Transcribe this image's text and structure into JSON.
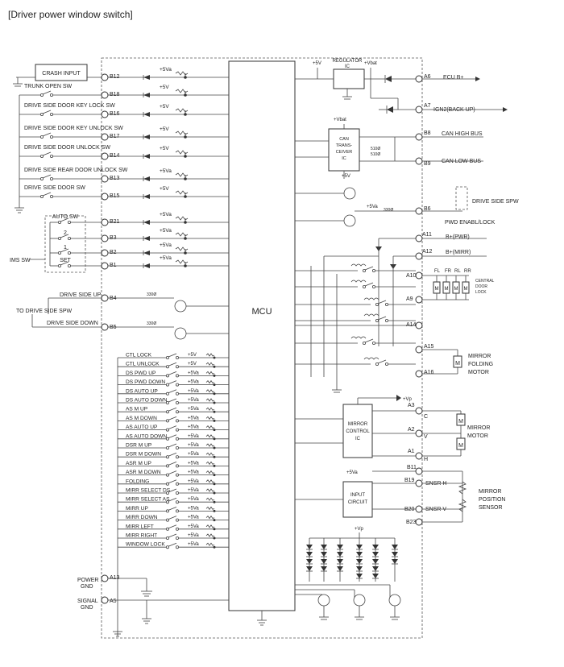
{
  "page_title": "[Driver power window switch]",
  "mcu": "MCU",
  "voltages": {
    "v5": "+5V",
    "v5a": "+5Va",
    "vbat": "+Vbat",
    "vp": "+Vp"
  },
  "blocks": {
    "crash_input": "CRASH INPUT",
    "regulator": [
      "REGULATOR",
      "IC"
    ],
    "can_ic": [
      "CAN",
      "TRANS-",
      "CEIVER",
      "IC"
    ],
    "mirror_ic": [
      "MIRROR",
      "CONTROL",
      "IC"
    ],
    "input_circuit": [
      "INPUT",
      "CIRCUIT"
    ]
  },
  "left_switches": [
    {
      "label": "TRUNK OPEN SW",
      "pin": "B18",
      "supply": "+5V"
    },
    {
      "label": "DRIVE SIDE DOOR KEY LOCK SW",
      "pin": "B16",
      "supply": "+5V"
    },
    {
      "label": "DRIVE SIDE DOOR KEY UNLOCK SW",
      "pin": "B17",
      "supply": "+5V"
    },
    {
      "label": "DRIVE SIDE DOOR UNLOCK SW",
      "pin": "B14",
      "supply": "+5V"
    },
    {
      "label": "DRIVE SIDE REAR DOOR UNLOCK SW",
      "pin": "B13",
      "supply": "+5Va"
    },
    {
      "label": "DRIVE SIDE DOOR SW",
      "pin": "B15",
      "supply": "+5V"
    }
  ],
  "crash_pin": {
    "pin": "B12",
    "supply": "+5Va"
  },
  "ims": {
    "label": "IMS SW",
    "rows": [
      {
        "label": "AUTO SW",
        "pin": "B21",
        "supply": "+5Va"
      },
      {
        "label": "2",
        "pin": "B3",
        "supply": "+5Va"
      },
      {
        "label": "1",
        "pin": "B2",
        "supply": "+5Va"
      },
      {
        "label": "SET",
        "pin": "B1",
        "supply": "+5Va"
      }
    ]
  },
  "drive_side": {
    "up": {
      "label": "DRIVE SIDE UP",
      "pin": "B4"
    },
    "down": {
      "label": "DRIVE SIDE DOWN",
      "pin": "B5"
    },
    "to_spw": "TO DRIVE SIDE SPW",
    "resistor": "330Ø"
  },
  "internal_switches": [
    {
      "label": "CTL LOCK",
      "supply": "+5V"
    },
    {
      "label": "CTL UNLOCK",
      "supply": "+5V"
    },
    {
      "label": "DS PWD UP",
      "supply": "+5Va"
    },
    {
      "label": "DS PWD DOWN",
      "supply": "+5Va"
    },
    {
      "label": "DS AUTO UP",
      "supply": "+5Va"
    },
    {
      "label": "DS AUTO DOWN",
      "supply": "+5Va"
    },
    {
      "label": "AS M UP",
      "supply": "+5Va"
    },
    {
      "label": "AS M DOWN",
      "supply": "+5Va"
    },
    {
      "label": "AS AUTO UP",
      "supply": "+5Va"
    },
    {
      "label": "AS AUTO DOWN",
      "supply": "+5Va"
    },
    {
      "label": "DSR M UP",
      "supply": "+5Va"
    },
    {
      "label": "DSR M DOWN",
      "supply": "+5Va"
    },
    {
      "label": "ASR M UP",
      "supply": "+5Va"
    },
    {
      "label": "ASR M DOWN",
      "supply": "+5Va"
    },
    {
      "label": "FOLDING",
      "supply": "+5Va"
    },
    {
      "label": "MIRR SELECT DS",
      "supply": "+5Va"
    },
    {
      "label": "MIRR SELECT AS",
      "supply": "+5Va"
    },
    {
      "label": "MIRR UP",
      "supply": "+5Va"
    },
    {
      "label": "MIRR DOWN",
      "supply": "+5Va"
    },
    {
      "label": "MIRR LEFT",
      "supply": "+5Va"
    },
    {
      "label": "MIRR RIGHT",
      "supply": "+5Va"
    },
    {
      "label": "WINDOW LOCK",
      "supply": "+5Va"
    }
  ],
  "grounds": {
    "power": {
      "label": [
        "POWER",
        "GND"
      ],
      "pin": "A13"
    },
    "signal": {
      "label": [
        "SIGNAL",
        "GND"
      ],
      "pin": "A5"
    }
  },
  "right_pins": {
    "a6": {
      "pin": "A6",
      "label": "ECU B+"
    },
    "a7": {
      "pin": "A7",
      "label": "IGN2(BACK UP)"
    },
    "b8": {
      "pin": "B8",
      "label": "CAN HIGH BUS"
    },
    "b9": {
      "pin": "B9",
      "label": "CAN LOW BUS"
    },
    "b6": {
      "pin": "B6",
      "label": "DRIVE SIDE SPW"
    },
    "pwd": "PWD ENABL/LOCK",
    "a11": {
      "pin": "A11",
      "label": "B+(PWR)"
    },
    "a12": {
      "pin": "A12",
      "label": "B+(MIRR)"
    },
    "a10": {
      "pin": "A10"
    },
    "a9": {
      "pin": "A9"
    },
    "a14": {
      "pin": "A14"
    },
    "a15": {
      "pin": "A15"
    },
    "a16": {
      "pin": "A16"
    },
    "a3": {
      "pin": "A3",
      "sub": "C"
    },
    "a2": {
      "pin": "A2",
      "sub": "V"
    },
    "a1": {
      "pin": "A1",
      "sub": "H"
    },
    "b11": {
      "pin": "B11"
    },
    "b19": {
      "pin": "B19",
      "label": "SNSR H"
    },
    "b20": {
      "pin": "B20",
      "label": "SNSR V"
    },
    "b23": {
      "pin": "B23"
    }
  },
  "can_resistors": [
    "510Ø",
    "510Ø"
  ],
  "b6_resistor": "330Ø",
  "door_lock": {
    "motors": [
      "FL",
      "FR",
      "RL",
      "RR"
    ],
    "label": [
      "CENTRAL",
      "DOOR",
      "LOCK"
    ]
  },
  "mirror_folding": [
    "MIRROR",
    "FOLDING",
    "MOTOR"
  ],
  "mirror_motor": [
    "MIRROR",
    "MOTOR"
  ],
  "mirror_sensor": [
    "MIRROR",
    "POSITION",
    "SENSOR"
  ],
  "motor_symbol": "M"
}
